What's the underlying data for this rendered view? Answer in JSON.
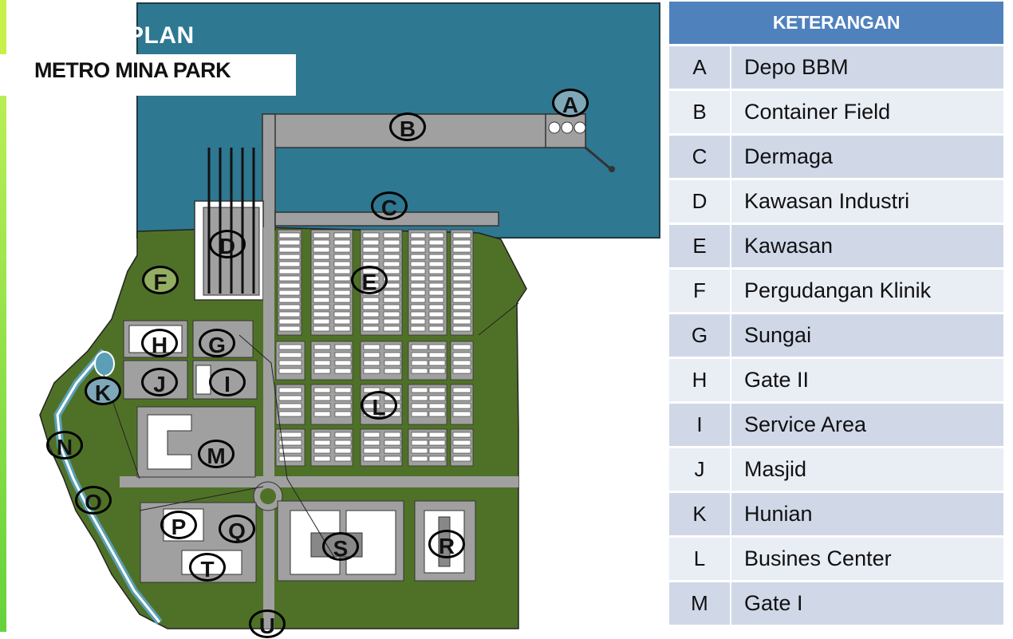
{
  "title": {
    "plan": "PLAN",
    "name": "METRO MINA PARK"
  },
  "colors": {
    "sea": "#2e7891",
    "land": "#4f7127",
    "block": "#a0a0a0",
    "legend_header": "#4f81bd"
  },
  "map_markers": [
    {
      "label": "A",
      "fill": "blue"
    },
    {
      "label": "B",
      "fill": "none"
    },
    {
      "label": "C",
      "fill": "none"
    },
    {
      "label": "D",
      "fill": "none"
    },
    {
      "label": "E",
      "fill": "none"
    },
    {
      "label": "F",
      "fill": "green"
    },
    {
      "label": "H",
      "fill": "none"
    },
    {
      "label": "G",
      "fill": "none"
    },
    {
      "label": "J",
      "fill": "none"
    },
    {
      "label": "I",
      "fill": "none"
    },
    {
      "label": "K",
      "fill": "blue"
    },
    {
      "label": "L",
      "fill": "none"
    },
    {
      "label": "M",
      "fill": "none"
    },
    {
      "label": "N",
      "fill": "none"
    },
    {
      "label": "O",
      "fill": "none"
    },
    {
      "label": "P",
      "fill": "none"
    },
    {
      "label": "Q",
      "fill": "none"
    },
    {
      "label": "S",
      "fill": "none"
    },
    {
      "label": "R",
      "fill": "none"
    },
    {
      "label": "T",
      "fill": "none"
    },
    {
      "label": "U",
      "fill": "none"
    }
  ],
  "legend": {
    "header": "KETERANGAN",
    "rows": [
      {
        "code": "A",
        "desc": "Depo BBM"
      },
      {
        "code": "B",
        "desc": "Container Field"
      },
      {
        "code": "C",
        "desc": "Dermaga"
      },
      {
        "code": "D",
        "desc": "Kawasan Industri"
      },
      {
        "code": "E",
        "desc": "Kawasan"
      },
      {
        "code": "F",
        "desc": "Pergudangan Klinik"
      },
      {
        "code": "G",
        "desc": "Sungai"
      },
      {
        "code": "H",
        "desc": "Gate II"
      },
      {
        "code": "I",
        "desc": "Service Area"
      },
      {
        "code": "J",
        "desc": "Masjid"
      },
      {
        "code": "K",
        "desc": "Hunian"
      },
      {
        "code": "L",
        "desc": "Busines Center"
      },
      {
        "code": "M",
        "desc": "Gate I"
      }
    ]
  }
}
